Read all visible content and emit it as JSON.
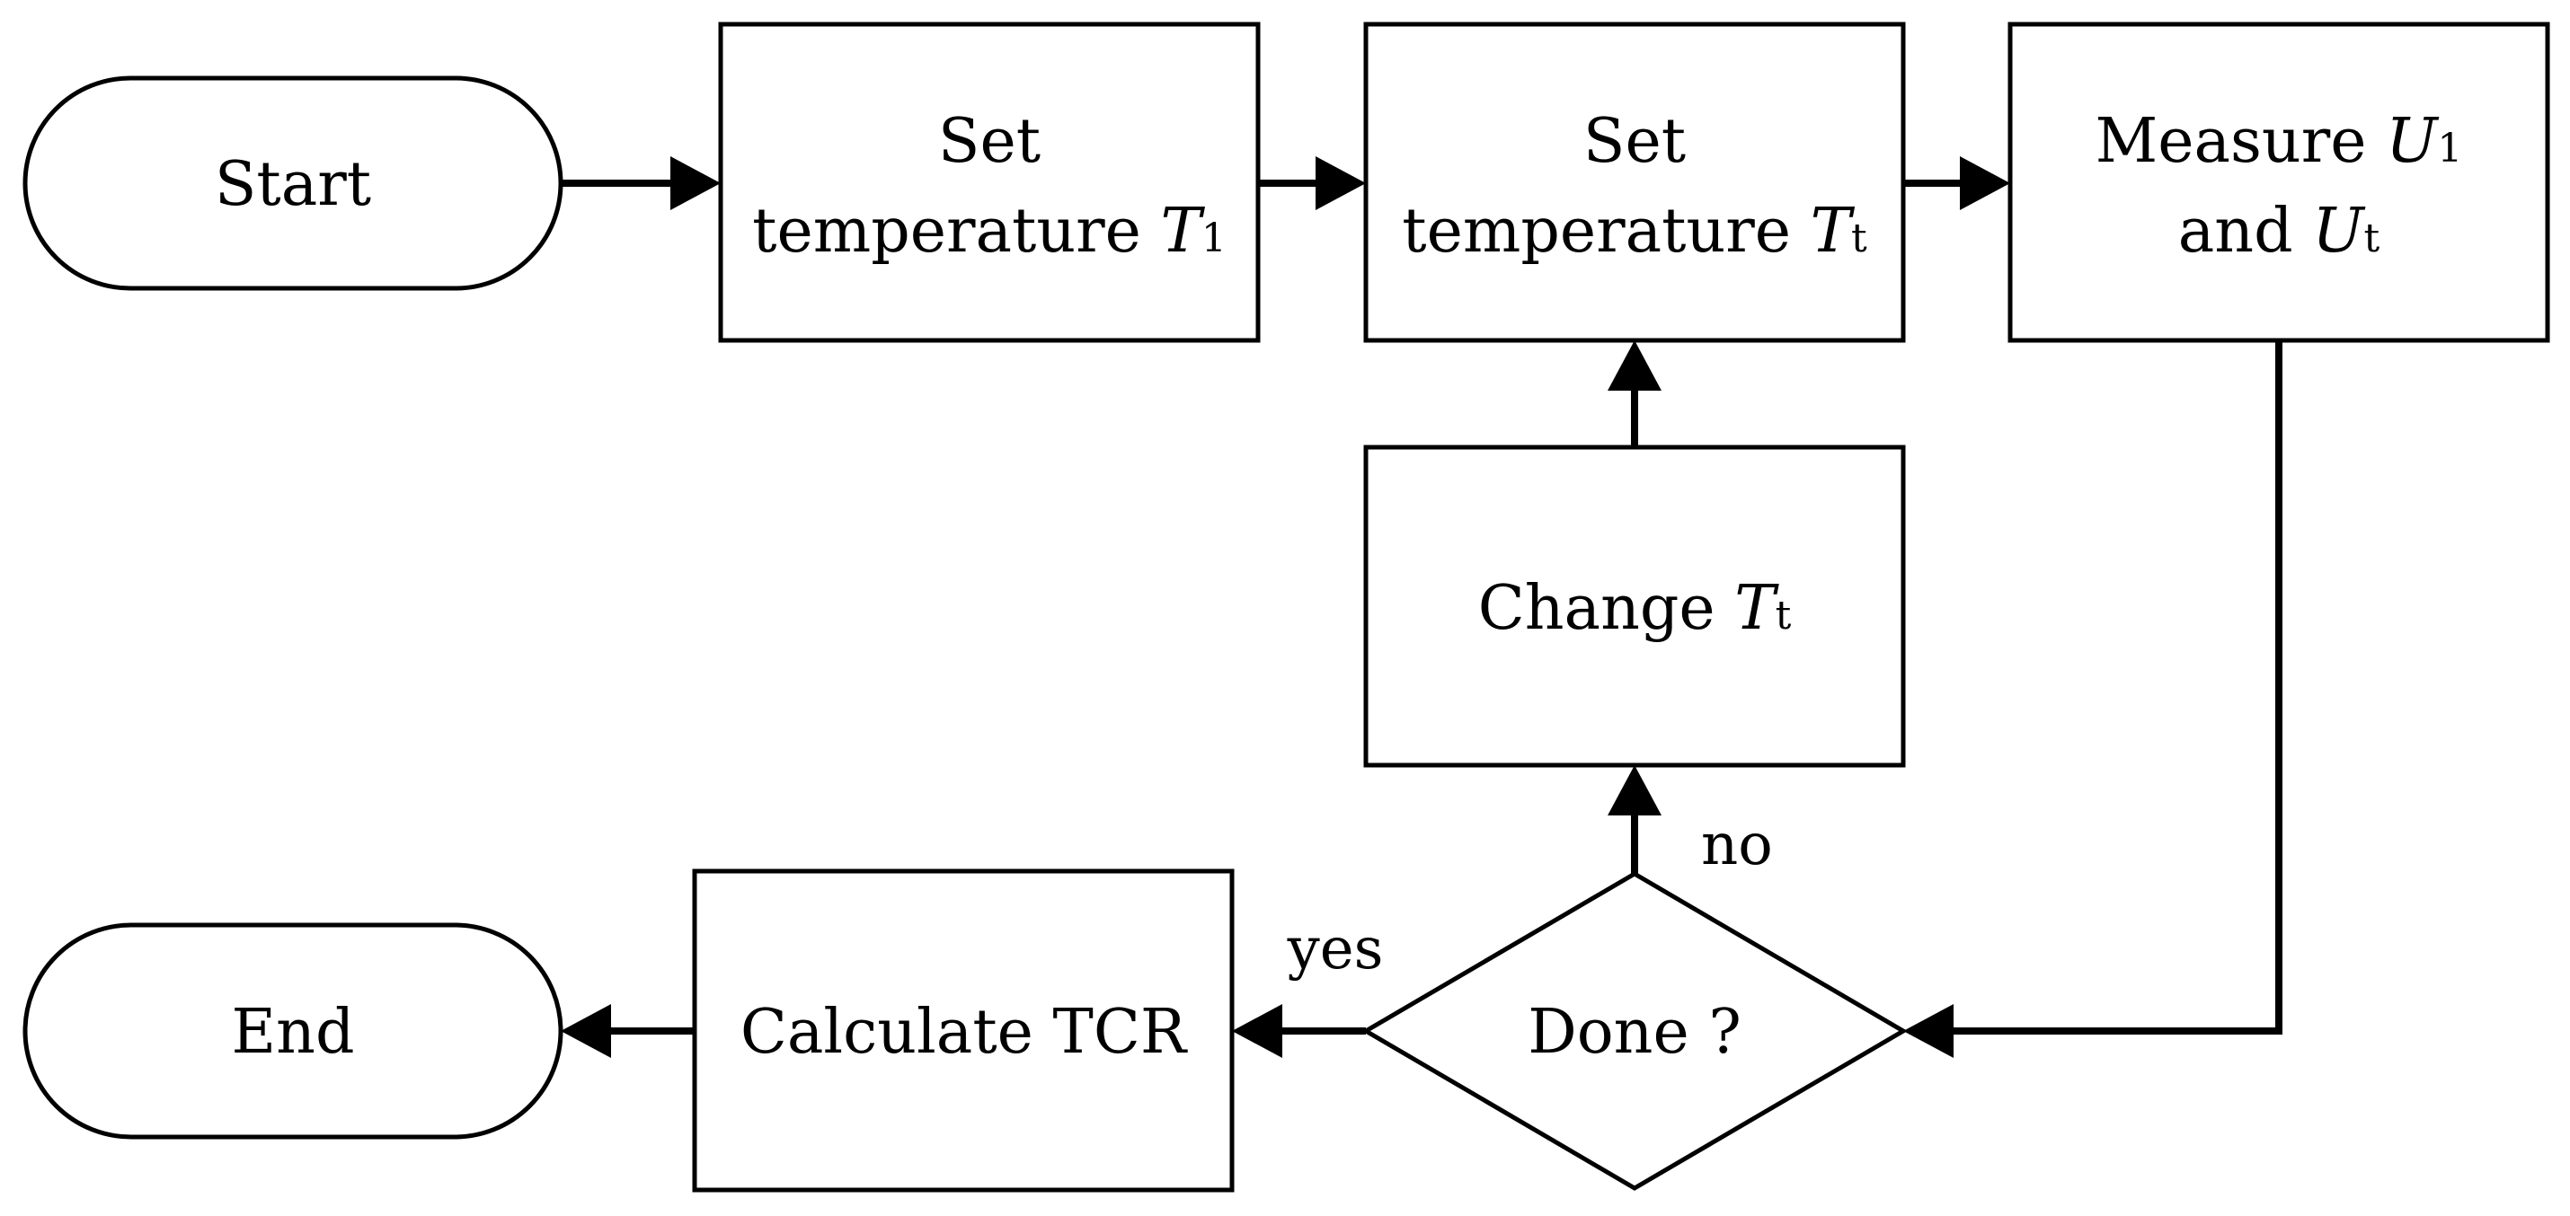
{
  "nodes": {
    "start": {
      "label": "Start"
    },
    "set_t1": {
      "line1": "Set",
      "line2_text": "temperature ",
      "line2_var": "T",
      "line2_sub": "1"
    },
    "set_tt": {
      "line1": "Set",
      "line2_text": "temperature ",
      "line2_var": "T",
      "line2_sub": "t"
    },
    "measure": {
      "line1_text": "Measure ",
      "line1_var": "U",
      "line1_sub": "1",
      "line2_text": "and ",
      "line2_var": "U",
      "line2_sub": "t"
    },
    "change_tt": {
      "text": "Change ",
      "var": "T",
      "sub": "t"
    },
    "done": {
      "label": "Done ?"
    },
    "calc_tcr": {
      "label": "Calculate TCR"
    },
    "end": {
      "label": "End"
    }
  },
  "edges": {
    "no": "no",
    "yes": "yes"
  }
}
